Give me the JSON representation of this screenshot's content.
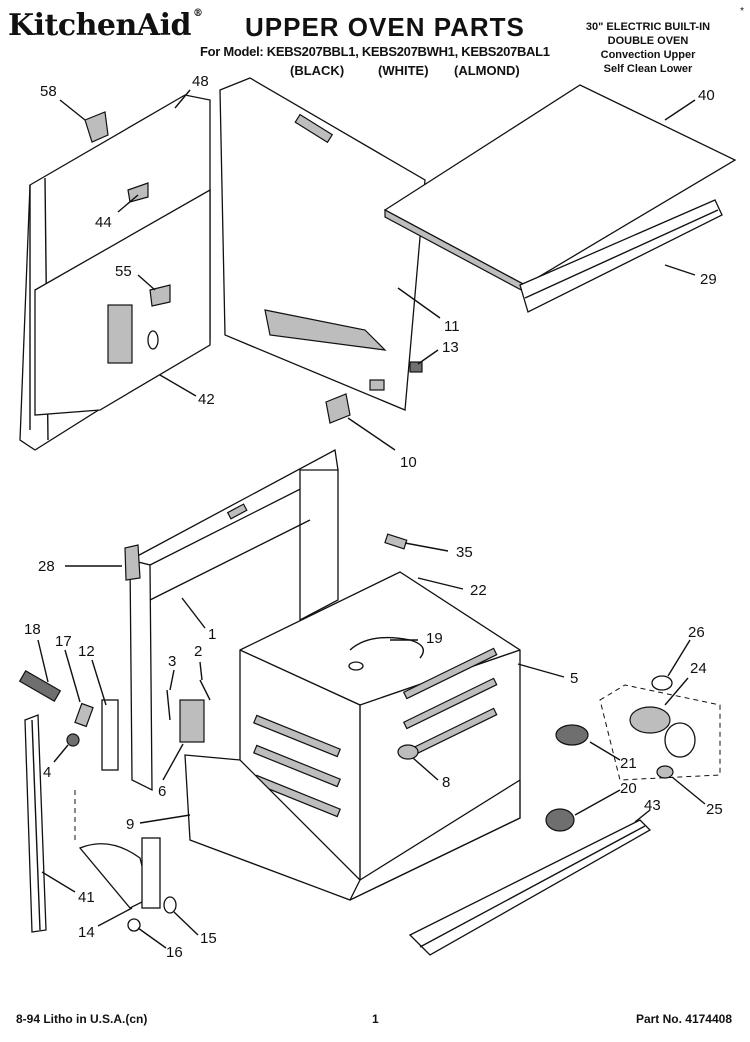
{
  "header": {
    "brand": "KitchenAid",
    "brand_mark": "®",
    "title": "UPPER OVEN PARTS",
    "model_line": "For Model: KEBS207BBL1, KEBS207BWH1, KEBS207BAL1",
    "colors": [
      "(BLACK)",
      "(WHITE)",
      "(ALMOND)"
    ],
    "right_lines": [
      "30\" ELECTRIC BUILT-IN",
      "DOUBLE OVEN",
      "Convection Upper",
      "Self Clean Lower"
    ],
    "corner_mark": "*"
  },
  "callouts": [
    "58",
    "48",
    "44",
    "55",
    "42",
    "11",
    "13",
    "10",
    "40",
    "29",
    "28",
    "35",
    "22",
    "1",
    "19",
    "5",
    "18",
    "17",
    "12",
    "3",
    "2",
    "26",
    "24",
    "4",
    "6",
    "8",
    "21",
    "9",
    "20",
    "43",
    "25",
    "41",
    "14",
    "16",
    "15"
  ],
  "footer": {
    "left": "8-94 Litho in U.S.A.(cn)",
    "page": "1",
    "part_no": "Part No. 4174408"
  }
}
